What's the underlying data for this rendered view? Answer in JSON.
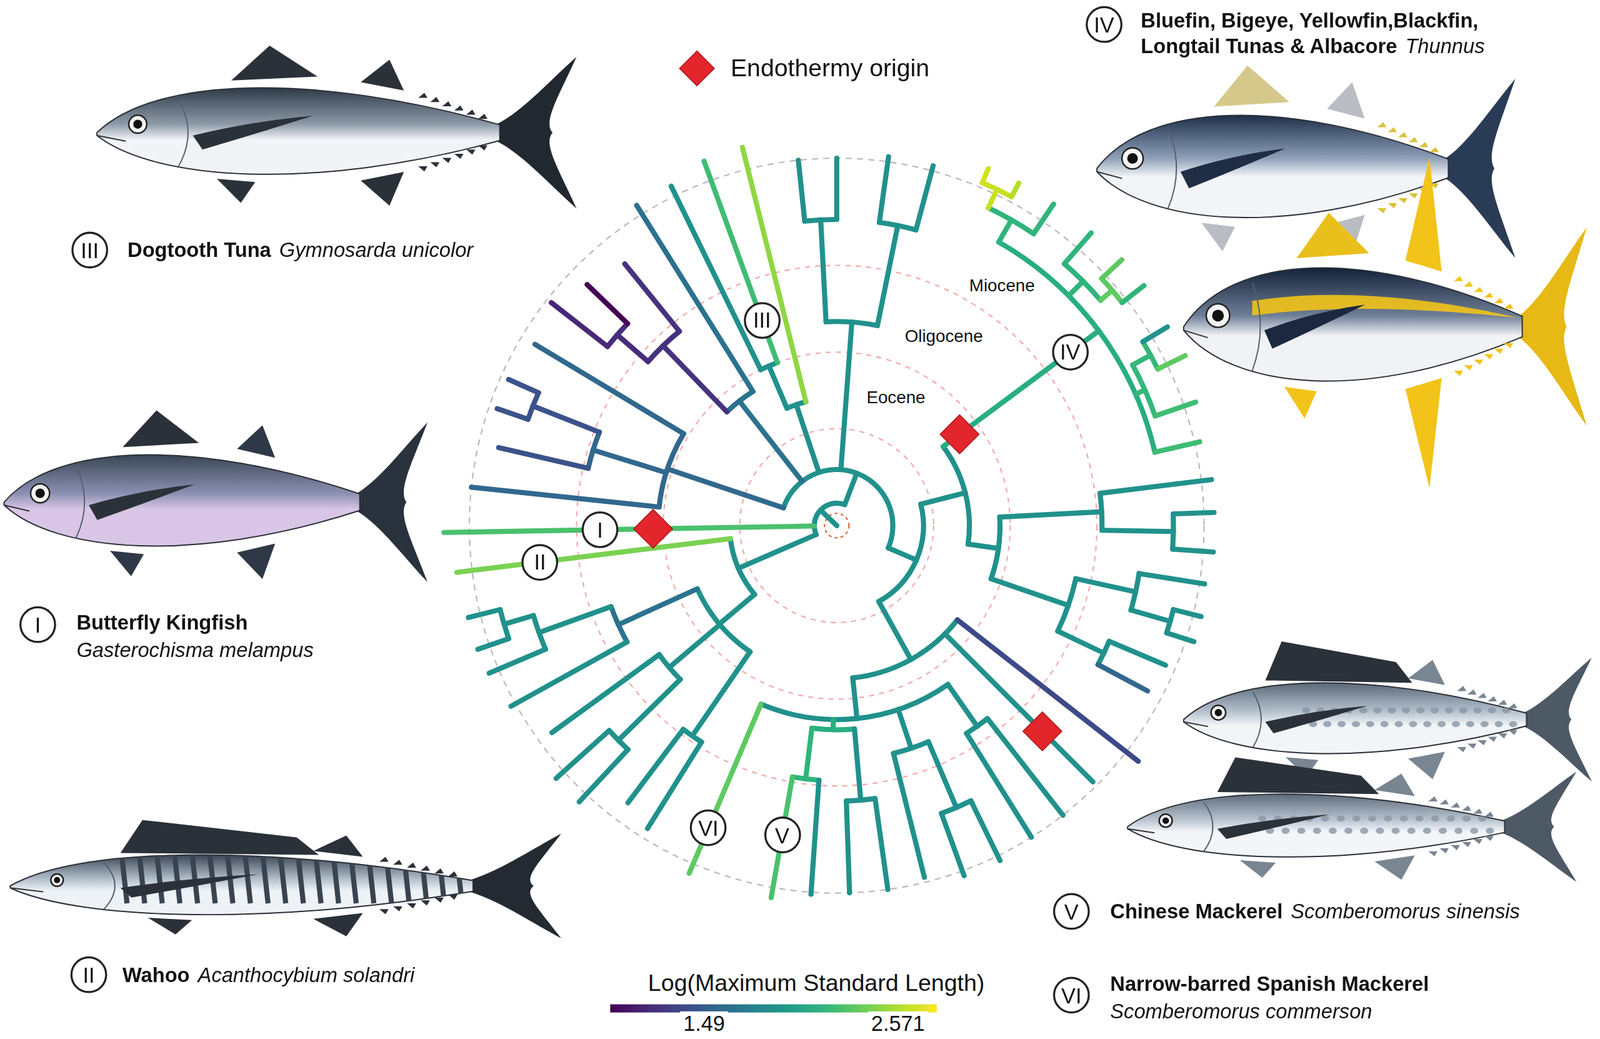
{
  "diagram": {
    "nodes": [
      {
        "text": [
          "III"
        ]
      },
      {
        "text": [
          "I"
        ]
      },
      {
        "text": [
          "II"
        ]
      },
      {
        "text": [
          "IV"
        ]
      },
      {
        "text": [
          "V"
        ]
      },
      {
        "text": [
          "VI"
        ]
      },
      {
        "text": [
          "III"
        ]
      },
      {
        "text": [
          "IV"
        ]
      },
      {
        "text": [
          "I"
        ]
      },
      {
        "text": [
          "II"
        ]
      },
      {
        "text": [
          "VI"
        ]
      },
      {
        "text": [
          "V"
        ]
      }
    ],
    "labels": [
      "Bluefin, Bigeye, Yellowfin,Blackfin, Longtail Tunas & Albacore",
      "Thunnus",
      "Dogtooth Tuna",
      "Gymnosarda unicolor",
      "Miocene",
      "Oligocene",
      "Eocene",
      "Butterfly Kingfish",
      "Gasterochisma melampus",
      "Wahoo",
      "Acanthocybium solandri",
      "Chinese Mackerel",
      "Scomberomorus sinensis",
      "Narrow-barred Spanish Mackerel",
      "Scomberomorus commerson",
      "Log(Maximum Standard Length)",
      "1.49",
      "2.571"
    ],
    "legend": [
      {
        "text": "Endothermy origin"
      }
    ]
  }
}
